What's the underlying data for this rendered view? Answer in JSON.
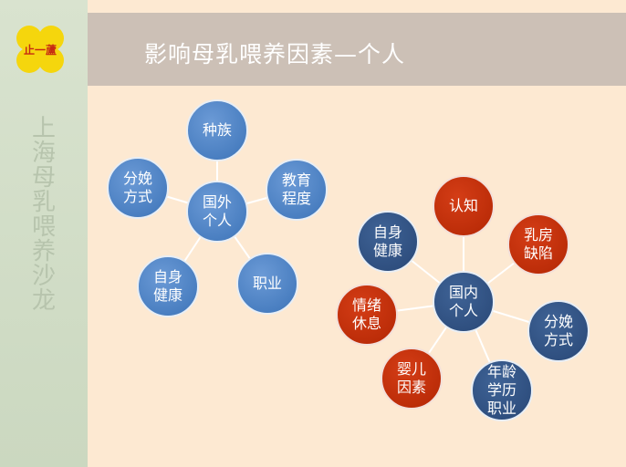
{
  "slide": {
    "title": "影响母乳喂养因素—个人",
    "sidebar_text": "上海母乳喂养沙龙",
    "logo_text": "止一蘆"
  },
  "diagram1": {
    "center": "国外\n个人",
    "nodes": [
      {
        "id": "zhongzu",
        "label": "种族"
      },
      {
        "id": "jiaoyu",
        "label": "教育\n程度"
      },
      {
        "id": "zhiye",
        "label": "职业"
      },
      {
        "id": "zishen",
        "label": "自身\n健康"
      },
      {
        "id": "fenmian",
        "label": "分娩\n方式"
      }
    ]
  },
  "diagram2": {
    "center": "国内\n个人",
    "nodes": [
      {
        "id": "renzhi",
        "label": "认知"
      },
      {
        "id": "rufang",
        "label": "乳房\n缺陷"
      },
      {
        "id": "fenmian",
        "label": "分娩\n方式"
      },
      {
        "id": "nianling",
        "label": "年龄\n学历\n职业"
      },
      {
        "id": "yinger",
        "label": "婴儿\n因素"
      },
      {
        "id": "qingxu",
        "label": "情绪\n休息"
      },
      {
        "id": "zishen",
        "label": "自身\n健康"
      }
    ]
  },
  "colors": {
    "background": "#fde9d2",
    "header": "#ccc0b6",
    "blue": "#4a7fc1",
    "navy": "#2e4e7e",
    "red": "#bb2c08",
    "logo_yellow": "#f5d60d",
    "logo_red": "#c62a12"
  }
}
